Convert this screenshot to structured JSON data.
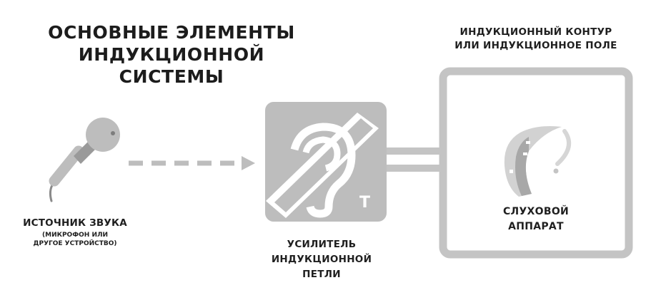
{
  "title": {
    "line1": "ОСНОВНЫЕ ЭЛЕМЕНТЫ",
    "line2": "ИНДУКЦИОННОЙ СИСТЕМЫ"
  },
  "loop_field": {
    "line1": "ИНДУКЦИОННЫЙ КОНТУР",
    "line2": "ИЛИ ИНДУКЦИОННОЕ ПОЛЕ"
  },
  "sound_source": {
    "label": "ИСТОЧНИК ЗВУКА",
    "sub_line1": "(МИКРОФОН ИЛИ",
    "sub_line2": "ДРУГОЕ УСТРОЙСТВО)"
  },
  "amplifier": {
    "line1": "УСИЛИТЕЛЬ",
    "line2": "ИНДУКЦИОННОЙ",
    "line3": "ПЕТЛИ",
    "t_mark": "T"
  },
  "hearing_aid": {
    "line1": "СЛУХОВОЙ",
    "line2": "АППАРАТ"
  },
  "colors": {
    "main_gray": "#bdbdbd",
    "dark_gray": "#8a8a8a",
    "loop_gray": "#c4c4c4",
    "text": "#1f1f1f"
  },
  "icons": [
    "microphone-icon",
    "arrow-icon",
    "hearing-loop-icon",
    "hearing-aid-icon"
  ]
}
